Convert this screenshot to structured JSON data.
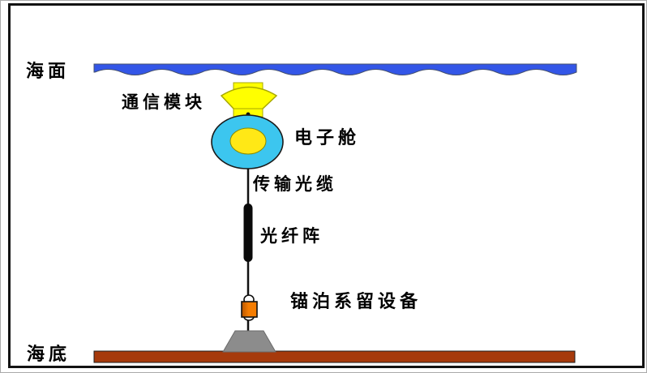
{
  "diagram": {
    "labels": {
      "sea_surface": "海面",
      "communication_module": "通信模块",
      "electronics_cabin": "电子舱",
      "transmission_cable": "传输光缆",
      "fiber_array": "光纤阵",
      "mooring_equipment": "锚泊系留设备",
      "seabed": "海底"
    },
    "colors": {
      "sea_blue": "#3356e7",
      "sea_outline": "#44506e",
      "module_yellow": "#ffff00",
      "module_outline": "#a8a800",
      "cabin_cyan": "#3cc6ef",
      "cabin_outline": "#1a1a1a",
      "core_yellow": "#ffe816",
      "core_outline": "#8a8a00",
      "cable_black": "#111111",
      "fiber_bar_black": "#0a0a0a",
      "connector_orange": "#f57d02",
      "connector_orange_dark": "#b85600",
      "shackle_white": "#ffffff",
      "anchor_gray": "#8c8c8c",
      "anchor_outline": "#6a6a6a",
      "seabed_brown": "#a63a0c",
      "seabed_outline": "#1c1c1c"
    }
  }
}
